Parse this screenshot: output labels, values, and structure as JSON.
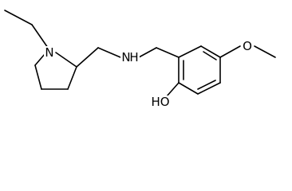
{
  "molecule": {
    "atoms": {
      "n_ring": "N",
      "n_amine": "N",
      "n_amine_h": "H",
      "o_methoxy": "O",
      "o_hydroxyl": "HO"
    }
  }
}
